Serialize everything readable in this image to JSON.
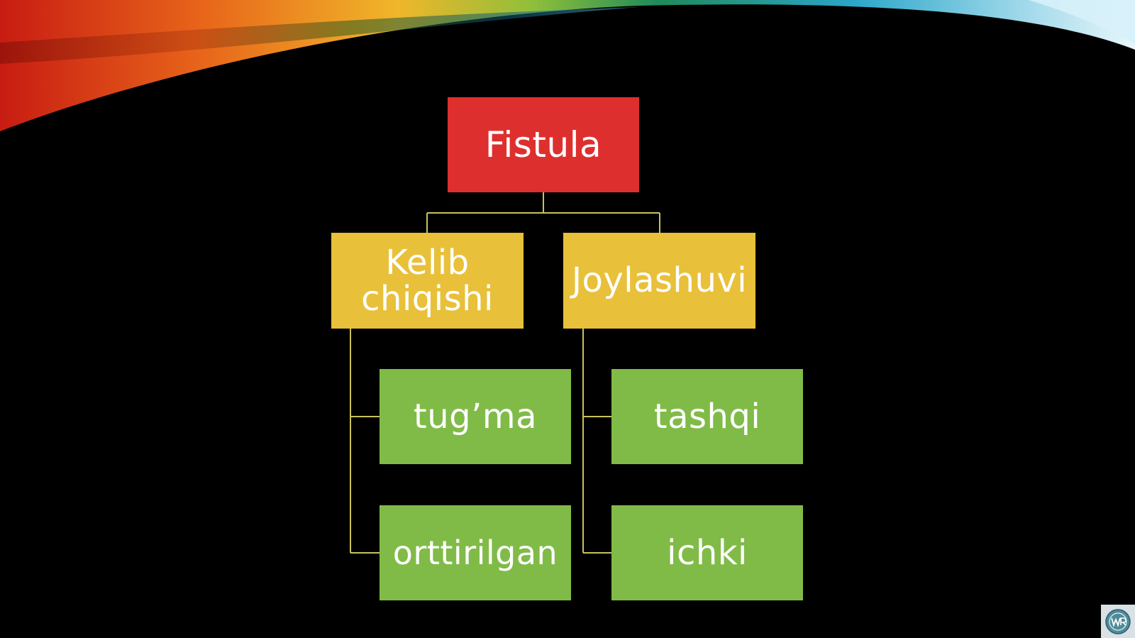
{
  "slide": {
    "background": "#000000",
    "diagram": {
      "root": {
        "label": "Fistula",
        "color": "#dd302e"
      },
      "categories": [
        {
          "label": "Kelib\nchiqishi",
          "color": "#e8c03a",
          "children": [
            {
              "label": "tug’ma",
              "color": "#80bb48"
            },
            {
              "label": "orttirilgan",
              "color": "#80bb48"
            }
          ]
        },
        {
          "label": "Joylashuvi",
          "color": "#e8c03a",
          "children": [
            {
              "label": "tashqi",
              "color": "#80bb48"
            },
            {
              "label": "ichki",
              "color": "#80bb48"
            }
          ]
        }
      ],
      "connector_color": "#c9c25a"
    },
    "corner_logo": {
      "icon": "wr-logo-icon"
    }
  }
}
